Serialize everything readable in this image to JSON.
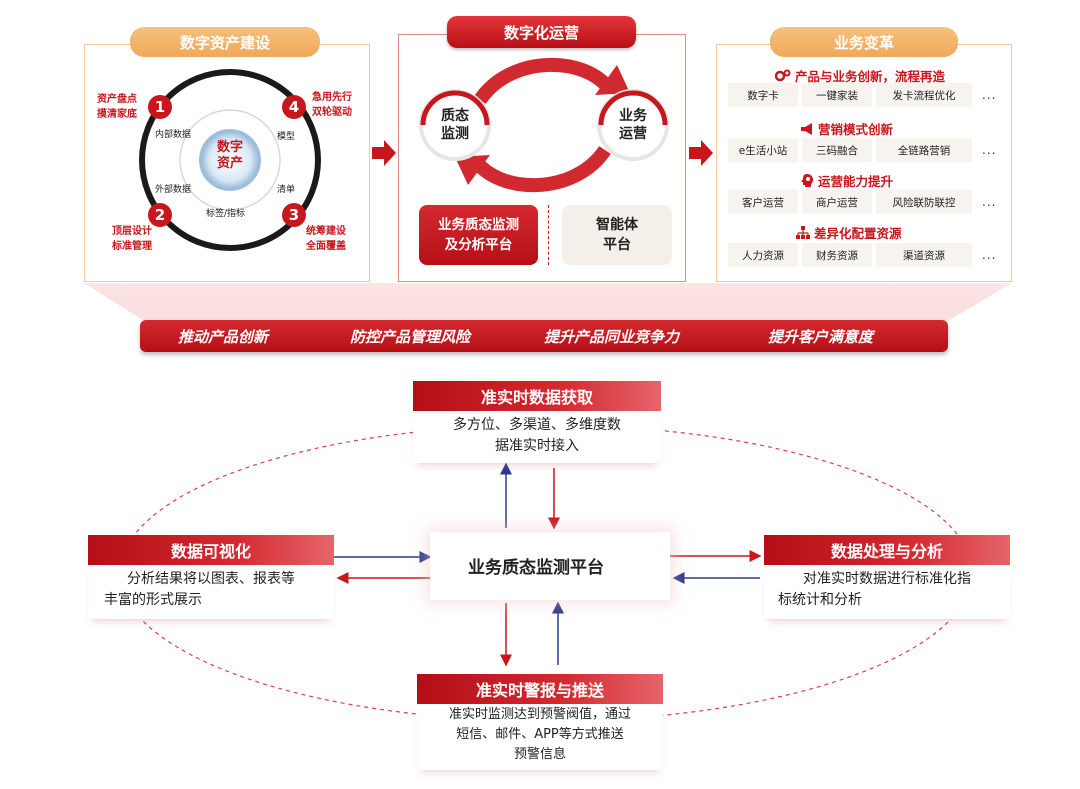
{
  "module_assets": {
    "title": "数字资产建设",
    "center": "数字资产",
    "ring_labels": [
      "内部数据",
      "模型",
      "外部数据",
      "清单",
      "标签/指标"
    ],
    "steps": [
      {
        "num": "1",
        "line1": "资产盘点",
        "line2": "摸清家底"
      },
      {
        "num": "2",
        "line1": "顶层设计",
        "line2": "标准管理"
      },
      {
        "num": "3",
        "line1": "统筹建设",
        "line2": "全面覆盖"
      },
      {
        "num": "4",
        "line1": "急用先行",
        "line2": "双轮驱动"
      }
    ]
  },
  "module_ops": {
    "title": "数字化运营",
    "left_node": {
      "line1": "质态",
      "line2": "监测"
    },
    "right_node": {
      "line1": "业务",
      "line2": "运营"
    },
    "platform_left": {
      "line1": "业务质态监测",
      "line2": "及分析平台"
    },
    "platform_right": {
      "line1": "智能体",
      "line2": "平台"
    }
  },
  "module_change": {
    "title": "业务变革",
    "sections": [
      {
        "head": "产品与业务创新，流程再造",
        "icon": "gears-icon",
        "cells": [
          "数字卡",
          "一键家装",
          "发卡流程优化"
        ],
        "more": "..."
      },
      {
        "head": "营销模式创新",
        "icon": "megaphone-icon",
        "cells": [
          "e生活小站",
          "三码融合",
          "全链路营销"
        ],
        "more": "..."
      },
      {
        "head": "运营能力提升",
        "icon": "head-gear-icon",
        "cells": [
          "客户运营",
          "商户运营",
          "风险联防联控"
        ],
        "more": "..."
      },
      {
        "head": "差异化配置资源",
        "icon": "hierarchy-icon",
        "cells": [
          "人力资源",
          "财务资源",
          "渠道资源"
        ],
        "more": "..."
      }
    ]
  },
  "banner": [
    "推动产品创新",
    "防控产品管理风险",
    "提升产品同业竞争力",
    "提升客户满意度"
  ],
  "cycle": {
    "center": "业务质态监测平台",
    "top": {
      "title": "准实时数据获取",
      "lines": [
        "多方位、多渠道、多维度数",
        "据准实时接入"
      ]
    },
    "left": {
      "title": "数据可视化",
      "lines": [
        "分析结果将以图表、报表等",
        "丰富的形式展示"
      ]
    },
    "right": {
      "title": "数据处理与分析",
      "lines": [
        "对准实时数据进行标准化指",
        "标统计和分析"
      ]
    },
    "bottom": {
      "title": "准实时警报与推送",
      "lines": [
        "准实时监测达到预警阀值，通过",
        "短信、邮件、APP等方式推送",
        "预警信息"
      ]
    }
  },
  "colors": {
    "accent_red": "#c8161d",
    "accent_orange": "#f0a85a",
    "arrow_blue": "#2b3a8c"
  }
}
